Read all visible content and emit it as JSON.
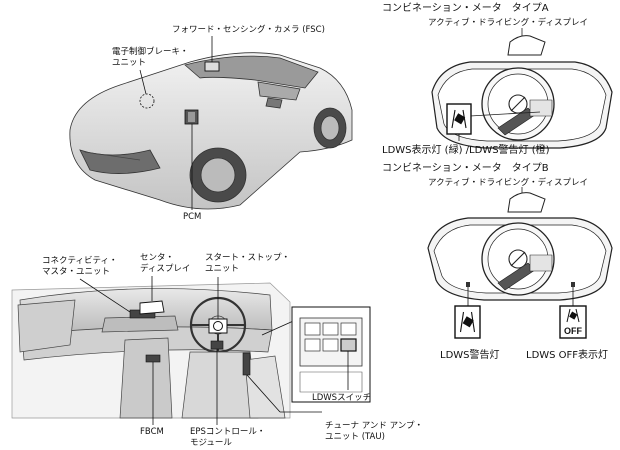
{
  "car_labels": {
    "fsc": "フォワード・センシング・カメラ (FSC)",
    "brake_l1": "電子制御ブレーキ・",
    "brake_l2": "ユニット",
    "pcm": "PCM"
  },
  "interior_labels": {
    "ccu_l1": "コネクティビティ・",
    "ccu_l2": "マスタ・ユニット",
    "cd_l1": "センタ・",
    "cd_l2": "ディスプレイ",
    "ss_l1": "スタート・ストップ・",
    "ss_l2": "ユニット",
    "fbcm": "FBCM",
    "eps_l1": "EPSコントロール・",
    "eps_l2": "モジュール",
    "tau_l1": "チューナ アンド アンプ・",
    "tau_l2": "ユニット (TAU)",
    "ldws_switch": "LDWSスイッチ"
  },
  "meter_a": {
    "title": "コンビネーション・メータ　タイプA",
    "add": "アクティブ・ドライビング・ディスプレイ",
    "indicator": "LDWS表示灯 (緑) /LDWS警告灯 (橙)"
  },
  "meter_b": {
    "title": "コンビネーション・メータ　タイプB",
    "add": "アクティブ・ドライビング・ディスプレイ",
    "warning": "LDWS警告灯",
    "off_indicator": "LDWS OFF表示灯",
    "off_glyph": "OFF"
  },
  "colors": {
    "line": "#222222",
    "fill": "#e6e6e6",
    "dark": "#555555"
  }
}
